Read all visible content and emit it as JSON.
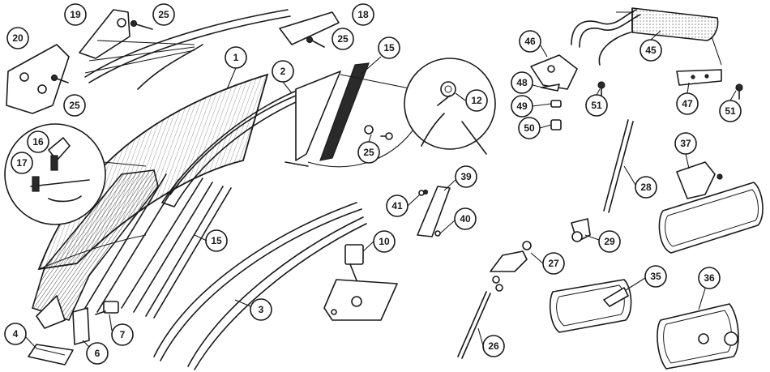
{
  "colors": {
    "ink": "#1a1a1a",
    "paper": "#ffffff"
  },
  "callouts": [
    {
      "id": "c19",
      "label": "19"
    },
    {
      "id": "c25a",
      "label": "25"
    },
    {
      "id": "c18",
      "label": "18"
    },
    {
      "id": "c25b",
      "label": "25"
    },
    {
      "id": "c20",
      "label": "20"
    },
    {
      "id": "c25c",
      "label": "25"
    },
    {
      "id": "c1",
      "label": "1"
    },
    {
      "id": "c2",
      "label": "2"
    },
    {
      "id": "c15a",
      "label": "15"
    },
    {
      "id": "c12",
      "label": "12"
    },
    {
      "id": "c25d",
      "label": "25"
    },
    {
      "id": "c16",
      "label": "16"
    },
    {
      "id": "c17",
      "label": "17"
    },
    {
      "id": "c15b",
      "label": "15"
    },
    {
      "id": "c3",
      "label": "3"
    },
    {
      "id": "c4",
      "label": "4"
    },
    {
      "id": "c6",
      "label": "6"
    },
    {
      "id": "c7",
      "label": "7"
    },
    {
      "id": "c10",
      "label": "10"
    },
    {
      "id": "c41",
      "label": "41"
    },
    {
      "id": "c39",
      "label": "39"
    },
    {
      "id": "c40",
      "label": "40"
    },
    {
      "id": "c27",
      "label": "27"
    },
    {
      "id": "c26",
      "label": "26"
    },
    {
      "id": "c46",
      "label": "46"
    },
    {
      "id": "c48",
      "label": "48"
    },
    {
      "id": "c49",
      "label": "49"
    },
    {
      "id": "c50",
      "label": "50"
    },
    {
      "id": "c51a",
      "label": "51"
    },
    {
      "id": "c45",
      "label": "45"
    },
    {
      "id": "c47",
      "label": "47"
    },
    {
      "id": "c51b",
      "label": "51"
    },
    {
      "id": "c28",
      "label": "28"
    },
    {
      "id": "c29",
      "label": "29"
    },
    {
      "id": "c37",
      "label": "37"
    },
    {
      "id": "c35",
      "label": "35"
    },
    {
      "id": "c36",
      "label": "36"
    }
  ]
}
